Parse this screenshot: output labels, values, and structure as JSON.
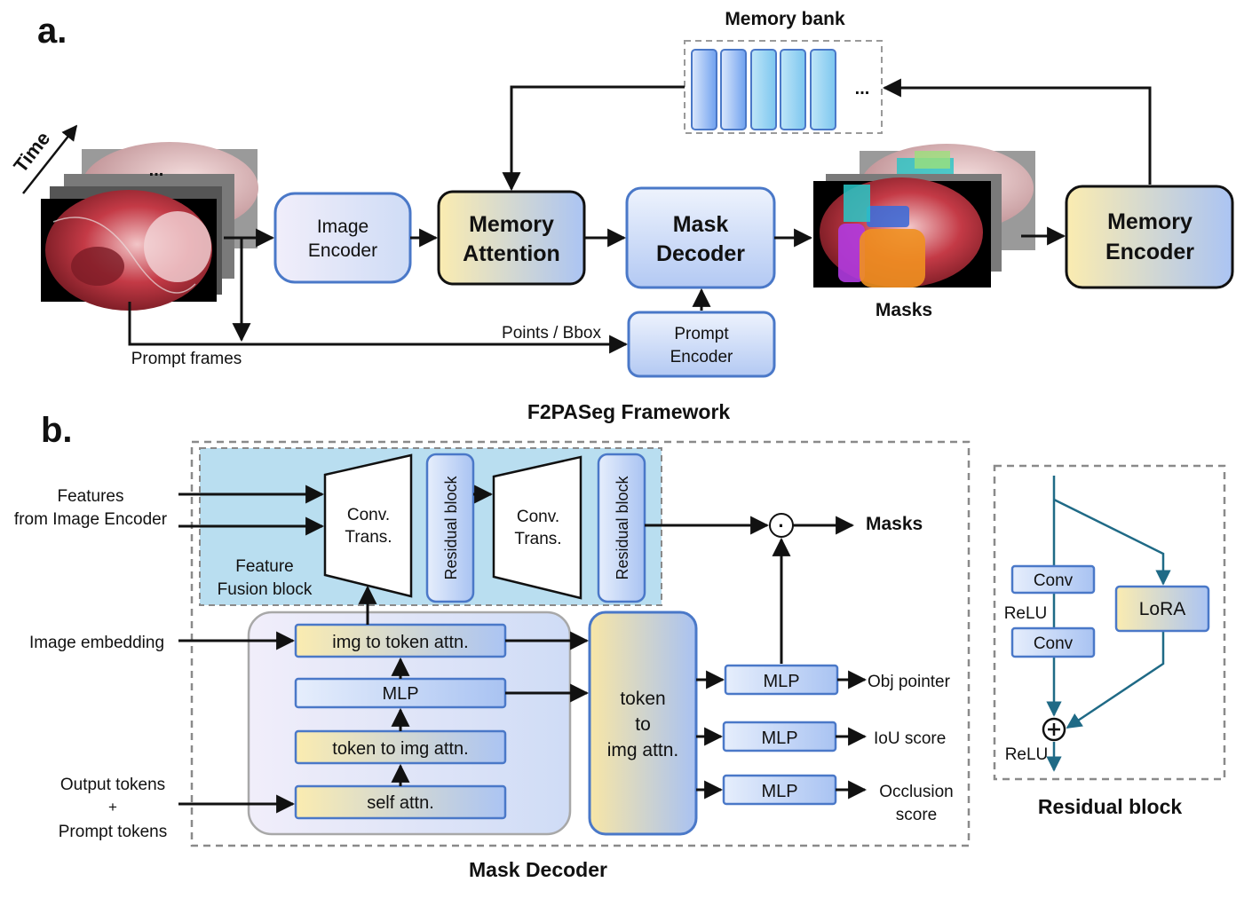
{
  "panel_a": {
    "label": "a.",
    "time_label": "Time",
    "frames_ellipsis": "...",
    "memory_bank": {
      "title": "Memory bank",
      "ellipsis": "..."
    },
    "image_encoder": {
      "line1": "Image",
      "line2": "Encoder"
    },
    "memory_attention": {
      "line1": "Memory",
      "line2": "Attention"
    },
    "mask_decoder": {
      "line1": "Mask",
      "line2": "Decoder"
    },
    "prompt_encoder": {
      "line1": "Prompt",
      "line2": "Encoder"
    },
    "memory_encoder": {
      "line1": "Memory",
      "line2": "Encoder"
    },
    "masks_label": "Masks",
    "points_bbox_label": "Points / Bbox",
    "prompt_frames_label": "Prompt frames",
    "framework_title": "F2PASeg Framework"
  },
  "panel_b": {
    "label": "b.",
    "features_line1": "Features",
    "features_line2": "from Image Encoder",
    "conv_trans_1": {
      "line1": "Conv.",
      "line2": "Trans."
    },
    "conv_trans_2": {
      "line1": "Conv.",
      "line2": "Trans."
    },
    "residual_block_1": "Residual block",
    "residual_block_2": "Residual block",
    "feature_fusion_line1": "Feature",
    "feature_fusion_line2": "Fusion block",
    "dot_symbol": "·",
    "masks_out": "Masks",
    "image_embedding": "Image embedding",
    "img_to_token_attn": "img to token attn.",
    "mlp_inner": "MLP",
    "token_to_img_attn": "token to img attn.",
    "self_attn": "self attn.",
    "output_tokens_line1": "Output tokens",
    "output_tokens_plus": "+",
    "output_tokens_line2": "Prompt tokens",
    "big_token_to_img": {
      "line1": "token",
      "line2": "to",
      "line3": "img attn."
    },
    "mlp_obj": "MLP",
    "obj_pointer": "Obj pointer",
    "mlp_iou": "MLP",
    "iou_score": "IoU score",
    "mlp_occ": "MLP",
    "occlusion_line1": "Occlusion",
    "occlusion_line2": "score",
    "mask_decoder_title": "Mask Decoder"
  },
  "residual_detail": {
    "conv1": "Conv",
    "relu1": "ReLU",
    "conv2": "Conv",
    "lora": "LoRA",
    "relu2": "ReLU",
    "title": "Residual block"
  },
  "colors": {
    "box_border": "#4a78c8",
    "blue_fill": "#bcd0f5",
    "yellow_fill": "#f6e7a8",
    "lavender_fill": "#eceaf7",
    "fusion_bg": "#b9def0",
    "arrow": "#111111",
    "lora_arrow": "#1f6a86"
  }
}
